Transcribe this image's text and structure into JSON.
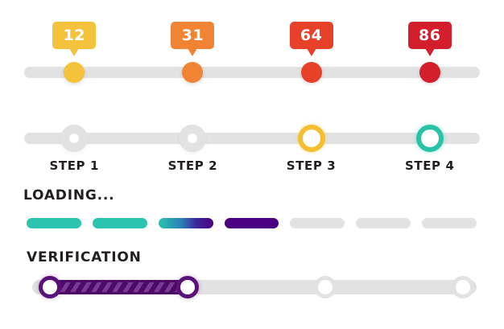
{
  "page": {
    "background": "#ffffff",
    "track_color": "#e2e2e2"
  },
  "marker_slider": {
    "name": "value-marker-slider",
    "track_color": "#e2e2e2",
    "markers": [
      {
        "value": "12",
        "color": "#f5c33b",
        "percent": 11
      },
      {
        "value": "31",
        "color": "#f08434",
        "percent": 37
      },
      {
        "value": "64",
        "color": "#e8412a",
        "percent": 63
      },
      {
        "value": "86",
        "color": "#d31e2b",
        "percent": 89
      }
    ]
  },
  "step_slider": {
    "name": "step-progress-slider",
    "track_color": "#e2e2e2",
    "steps": [
      {
        "label": "STEP 1",
        "state": "inactive",
        "color": "#e2e2e2",
        "percent": 11
      },
      {
        "label": "STEP 2",
        "state": "inactive",
        "color": "#e2e2e2",
        "percent": 37
      },
      {
        "label": "STEP 3",
        "state": "active",
        "color": "#f5be2e",
        "percent": 63
      },
      {
        "label": "STEP 4",
        "state": "active",
        "color": "#29c3a8",
        "percent": 89
      }
    ]
  },
  "loading": {
    "caption": "LOADING...",
    "segment_count": 7,
    "segments": [
      {
        "state": "complete",
        "fill": "#2bc4ae"
      },
      {
        "state": "complete",
        "fill": "#2bc4ae"
      },
      {
        "state": "transition",
        "fill": "gradient-teal-purple",
        "gradient_from": "#2bc4ae",
        "gradient_to": "#4a0080"
      },
      {
        "state": "active",
        "fill": "#4a0080"
      },
      {
        "state": "empty",
        "fill": "#e2e2e2"
      },
      {
        "state": "empty",
        "fill": "#e2e2e2"
      },
      {
        "state": "empty",
        "fill": "#e2e2e2"
      }
    ]
  },
  "verification": {
    "caption": "VERIFICATION",
    "track_color": "#e2e2e2",
    "fill_base_color": "#4b0b66",
    "fill_stripe_color": "#7b3a96",
    "nodes": [
      {
        "state": "done",
        "color": "#5b1278",
        "percent": 4
      },
      {
        "state": "done",
        "color": "#5b1278",
        "percent": 35
      },
      {
        "state": "pending",
        "color": "#e2e2e2",
        "percent": 66
      },
      {
        "state": "pending",
        "color": "#e2e2e2",
        "percent": 97
      }
    ]
  }
}
